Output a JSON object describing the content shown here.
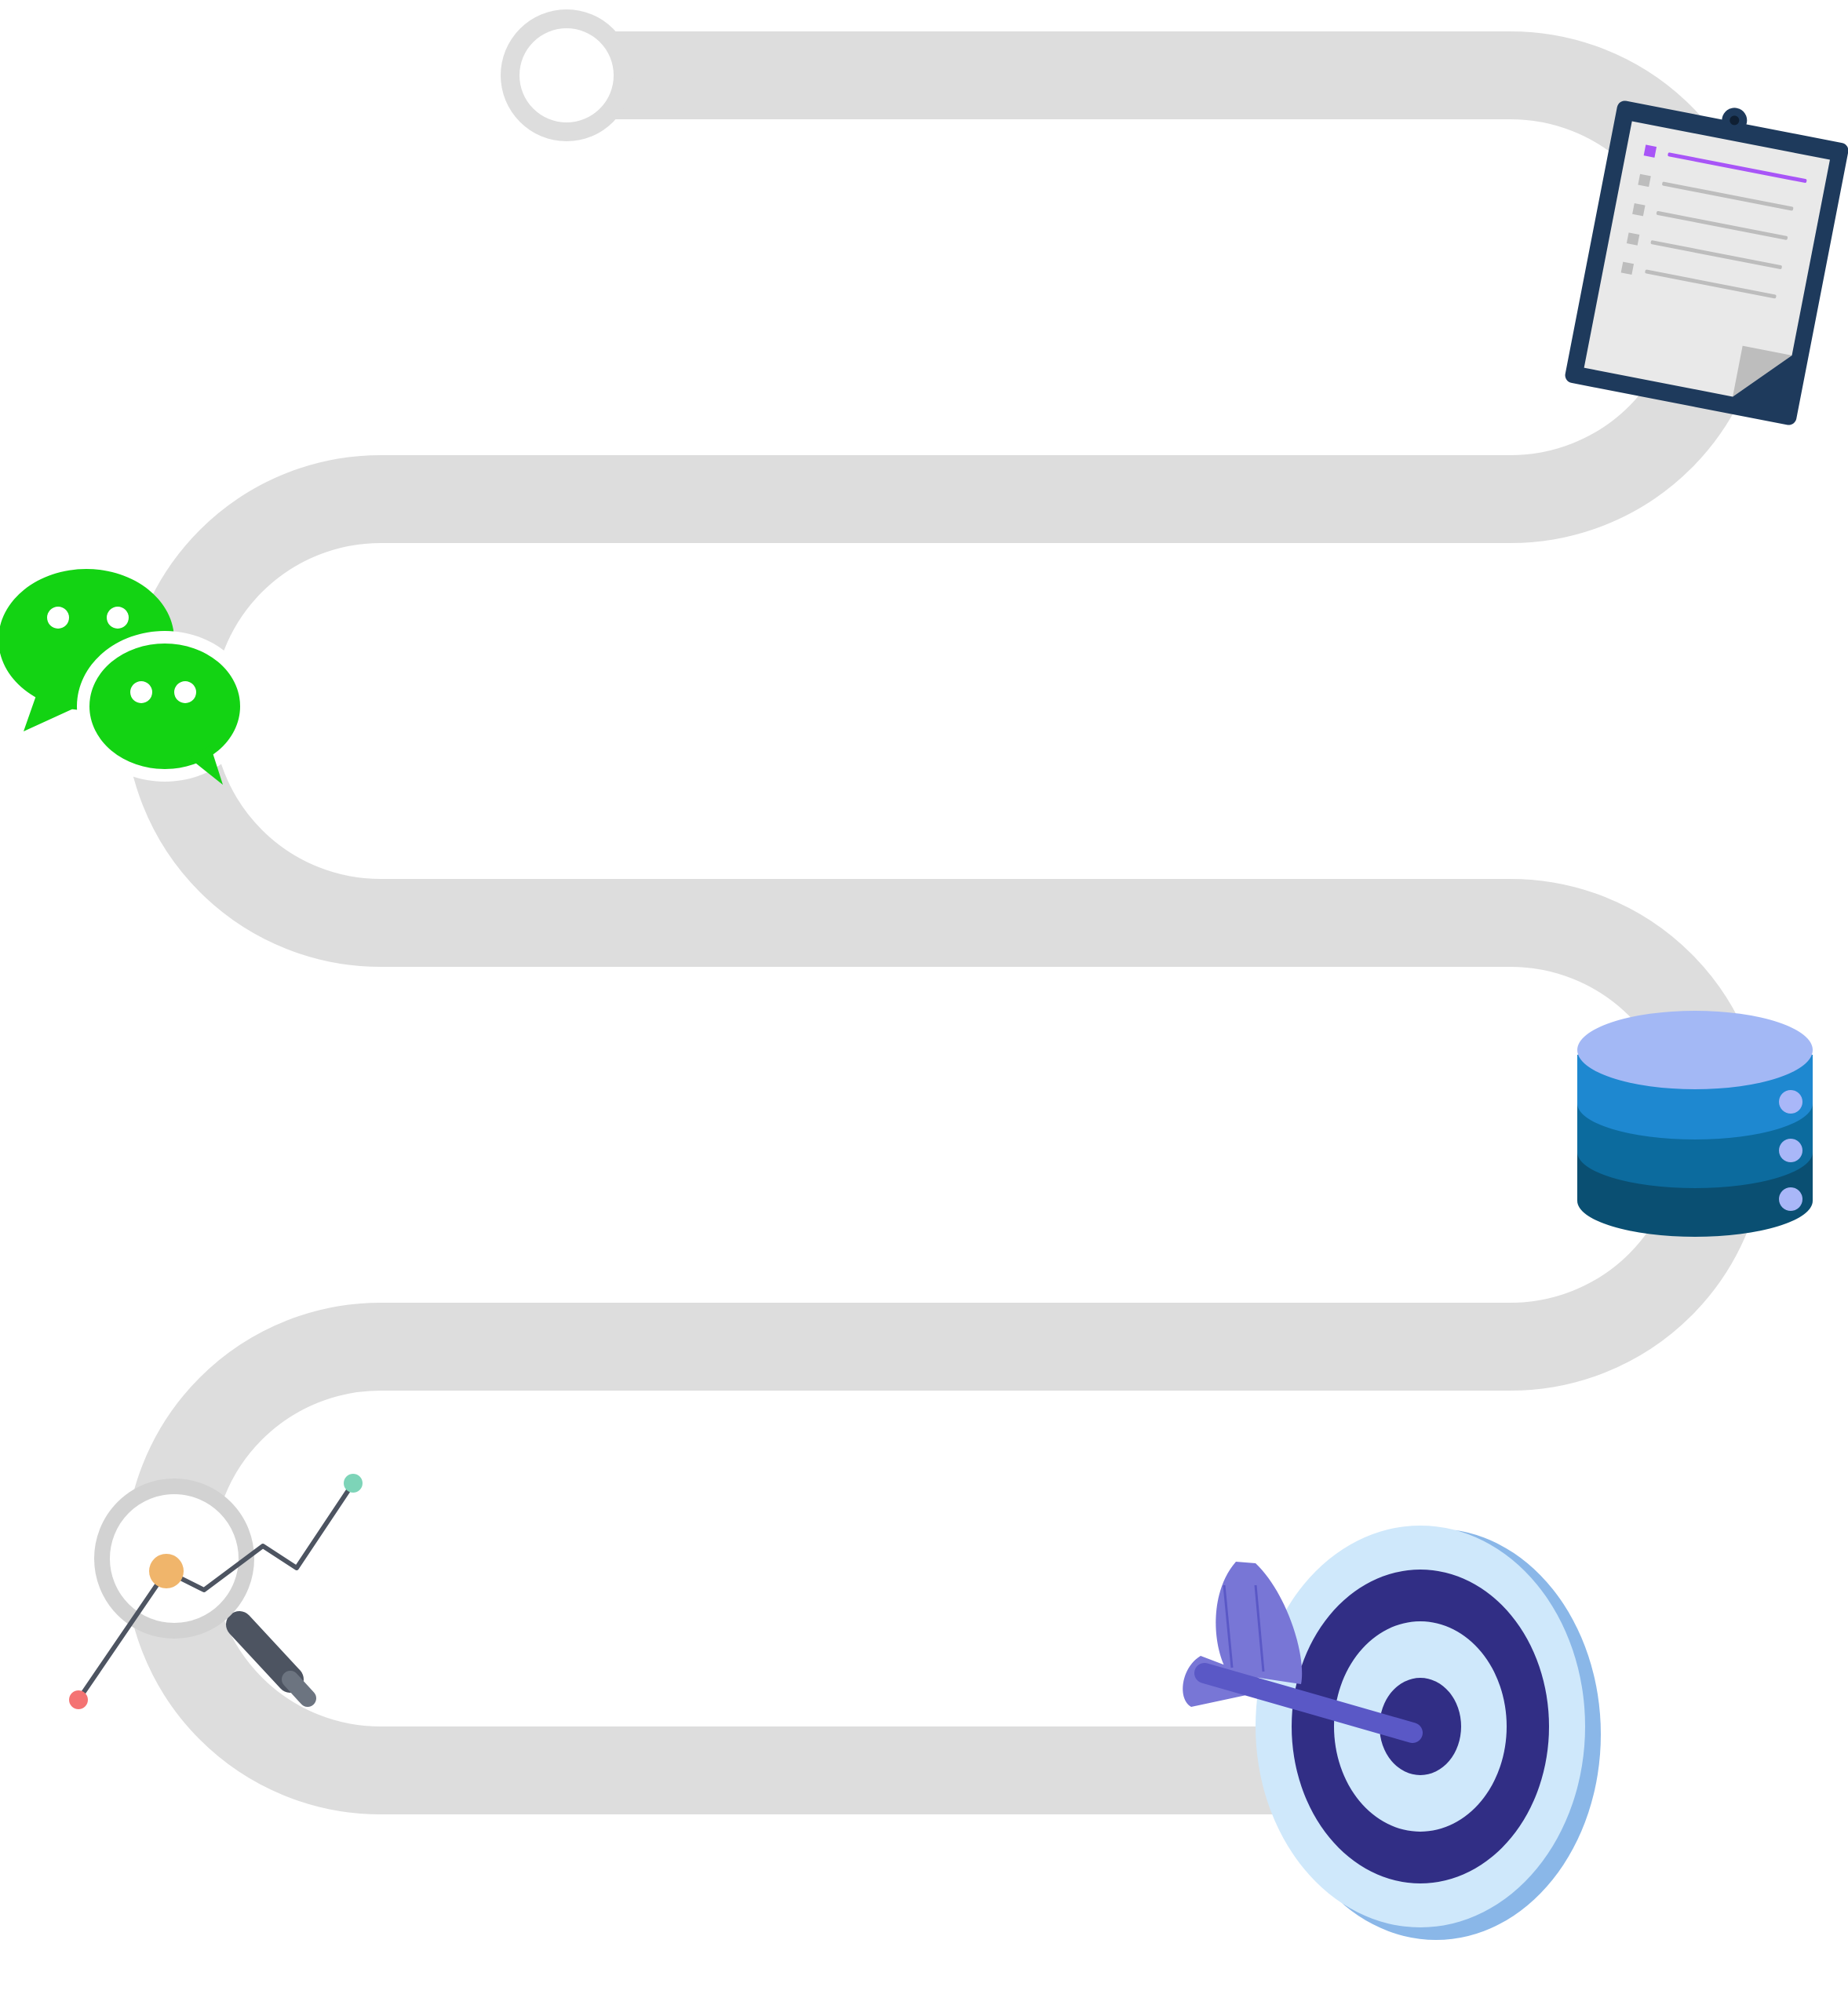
{
  "diagram": {
    "type": "winding-roadmap",
    "background": "#ffffff",
    "path_color": "#dddddd",
    "start_marker": "hollow-circle",
    "milestones": [
      {
        "icon": "clipboard-checklist-icon",
        "position_on_path": "top-right"
      },
      {
        "icon": "chat-bubbles-icon",
        "position_on_path": "left"
      },
      {
        "icon": "database-server-icon",
        "position_on_path": "right"
      },
      {
        "icon": "magnifier-analytics-icon",
        "position_on_path": "bottom-left"
      },
      {
        "icon": "target-arrow-icon",
        "position_on_path": "end"
      }
    ]
  },
  "colors": {
    "clipboard_frame": "#1e3a5c",
    "clipboard_paper": "#e9e9e9",
    "clipboard_accent": "#a855f7",
    "chat_green": "#13d313",
    "database_top": "#a3b8f5",
    "database_tier1": "#1e88d0",
    "database_tier2": "#0c6b9e",
    "database_tier3": "#0a4f72",
    "database_light": "#a9b7f8",
    "analytics_orange": "#f0b56b",
    "analytics_red": "#f47373",
    "analytics_teal": "#7dd4b8",
    "analytics_line": "#4d5461",
    "magnifier_ring": "#d2d2d2",
    "target_outer": "#cfe8fb",
    "target_shadow": "#8ab7e8",
    "target_navy": "#312e85",
    "dart_purple": "#5a58c6",
    "dart_light": "#7876d6"
  }
}
